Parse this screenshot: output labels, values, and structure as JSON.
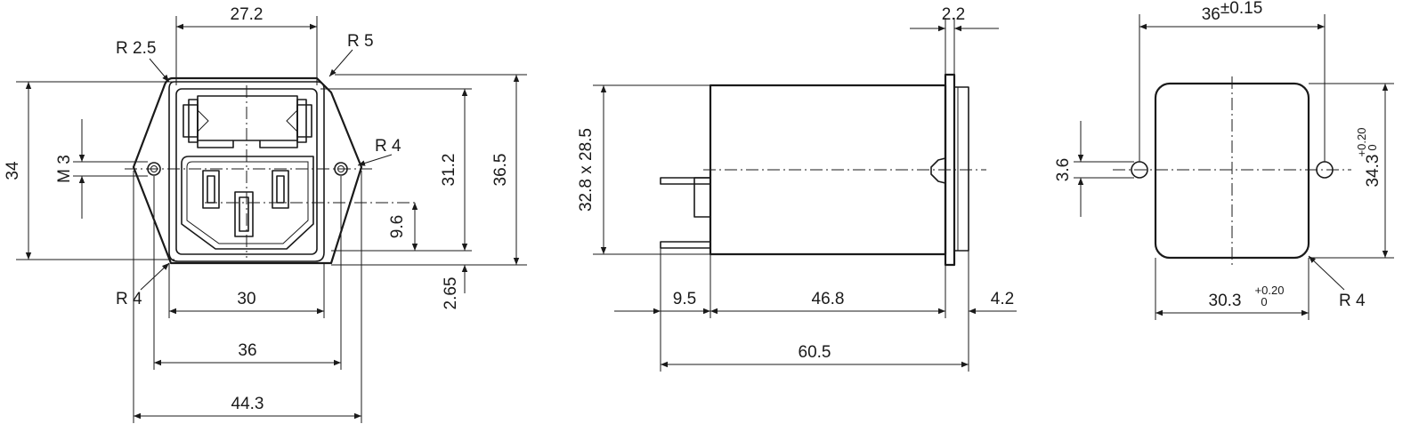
{
  "front_view": {
    "dim_width_top": "27.2",
    "radius_top_left": "R 2.5",
    "radius_top_right": "R 5",
    "radius_mount": "R 4",
    "radius_bottom_left": "R 4",
    "dim_height_left": "34",
    "dim_thread": "M 3",
    "dim_height_inner": "31.2",
    "dim_height_outer": "36.5",
    "dim_pin_offset": "9.6",
    "dim_bottom_offset": "2.65",
    "dim_width_30": "30",
    "dim_width_36": "36",
    "dim_width_44": "44.3"
  },
  "side_view": {
    "dim_flange": "2.2",
    "dim_body_section": "32.8 x 28.5",
    "dim_pin_length": "9.5",
    "dim_body_length": "46.8",
    "dim_flange_depth": "4.2",
    "dim_total_length": "60.5"
  },
  "cutout_view": {
    "dim_width_main": "36",
    "dim_width_tol": "±0.15",
    "dim_height_main": "34.3",
    "dim_height_tol_upper": "+0.20",
    "dim_height_tol_lower": "0",
    "dim_hole_spacing": "3.6",
    "dim_cut_width_main": "30.3",
    "dim_cut_width_tol_upper": "+0.20",
    "dim_cut_width_tol_lower": "0",
    "radius_corner": "R 4"
  }
}
